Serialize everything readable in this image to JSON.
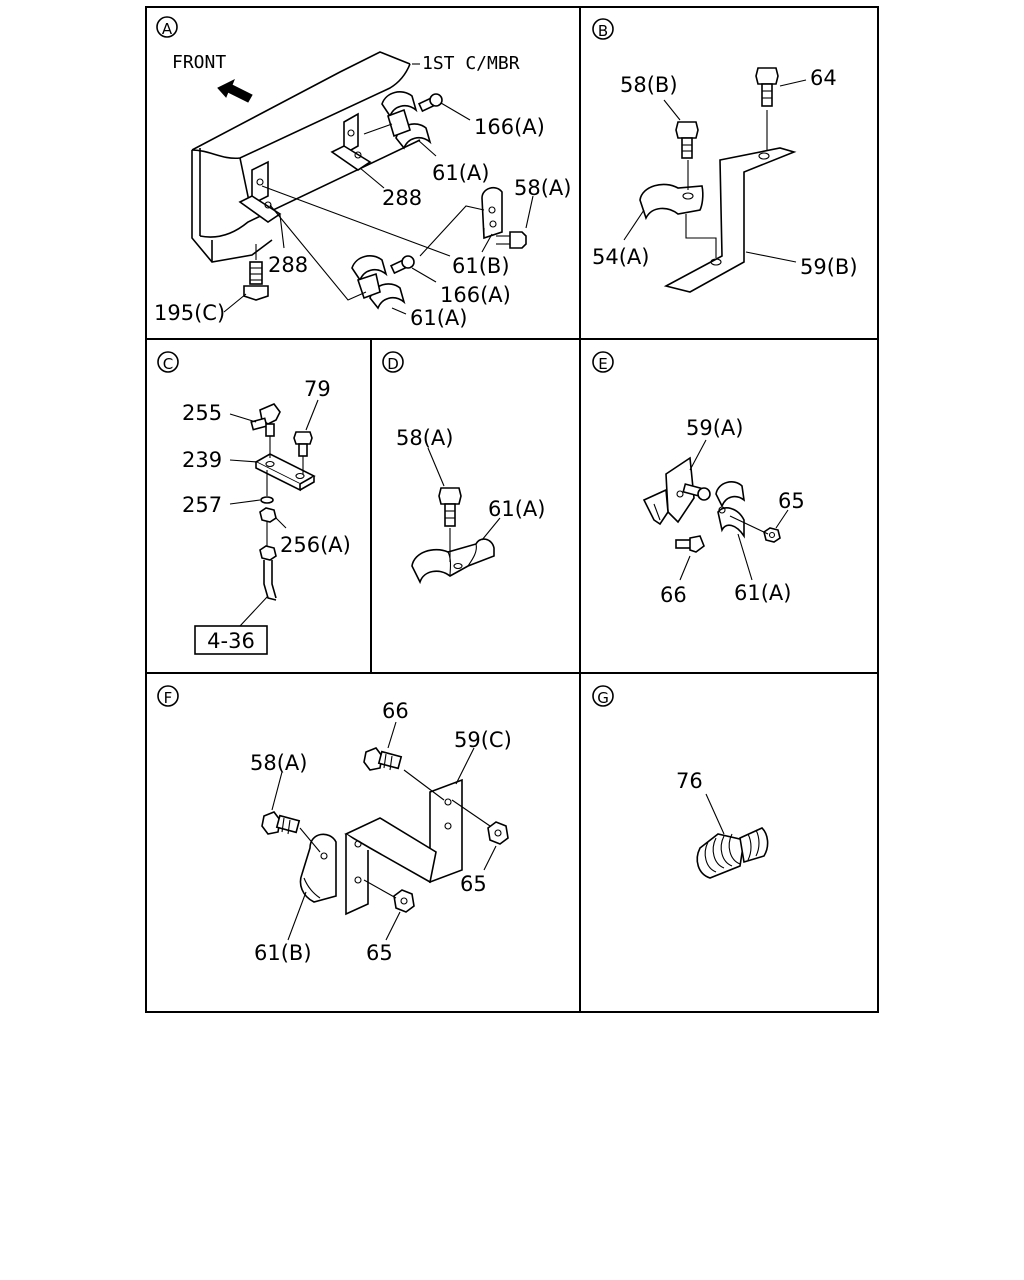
{
  "panels": {
    "A": {
      "letter": "A",
      "front": "FRONT",
      "member": "1ST C/MBR",
      "labels": [
        "166(A)",
        "61(A)",
        "288",
        "58(A)",
        "288",
        "61(B)",
        "166(A)",
        "195(C)",
        "61(A)"
      ]
    },
    "B": {
      "letter": "B",
      "labels": [
        "58(B)",
        "64",
        "54(A)",
        "59(B)"
      ]
    },
    "C": {
      "letter": "C",
      "labels": [
        "255",
        "79",
        "239",
        "257",
        "256(A)"
      ],
      "ref_box": "4-36"
    },
    "D": {
      "letter": "D",
      "labels": [
        "58(A)",
        "61(A)"
      ]
    },
    "E": {
      "letter": "E",
      "labels": [
        "59(A)",
        "65",
        "66",
        "61(A)"
      ]
    },
    "F": {
      "letter": "F",
      "labels": [
        "66",
        "59(C)",
        "58(A)",
        "65",
        "61(B)",
        "65"
      ]
    },
    "G": {
      "letter": "G",
      "labels": [
        "76"
      ]
    }
  }
}
